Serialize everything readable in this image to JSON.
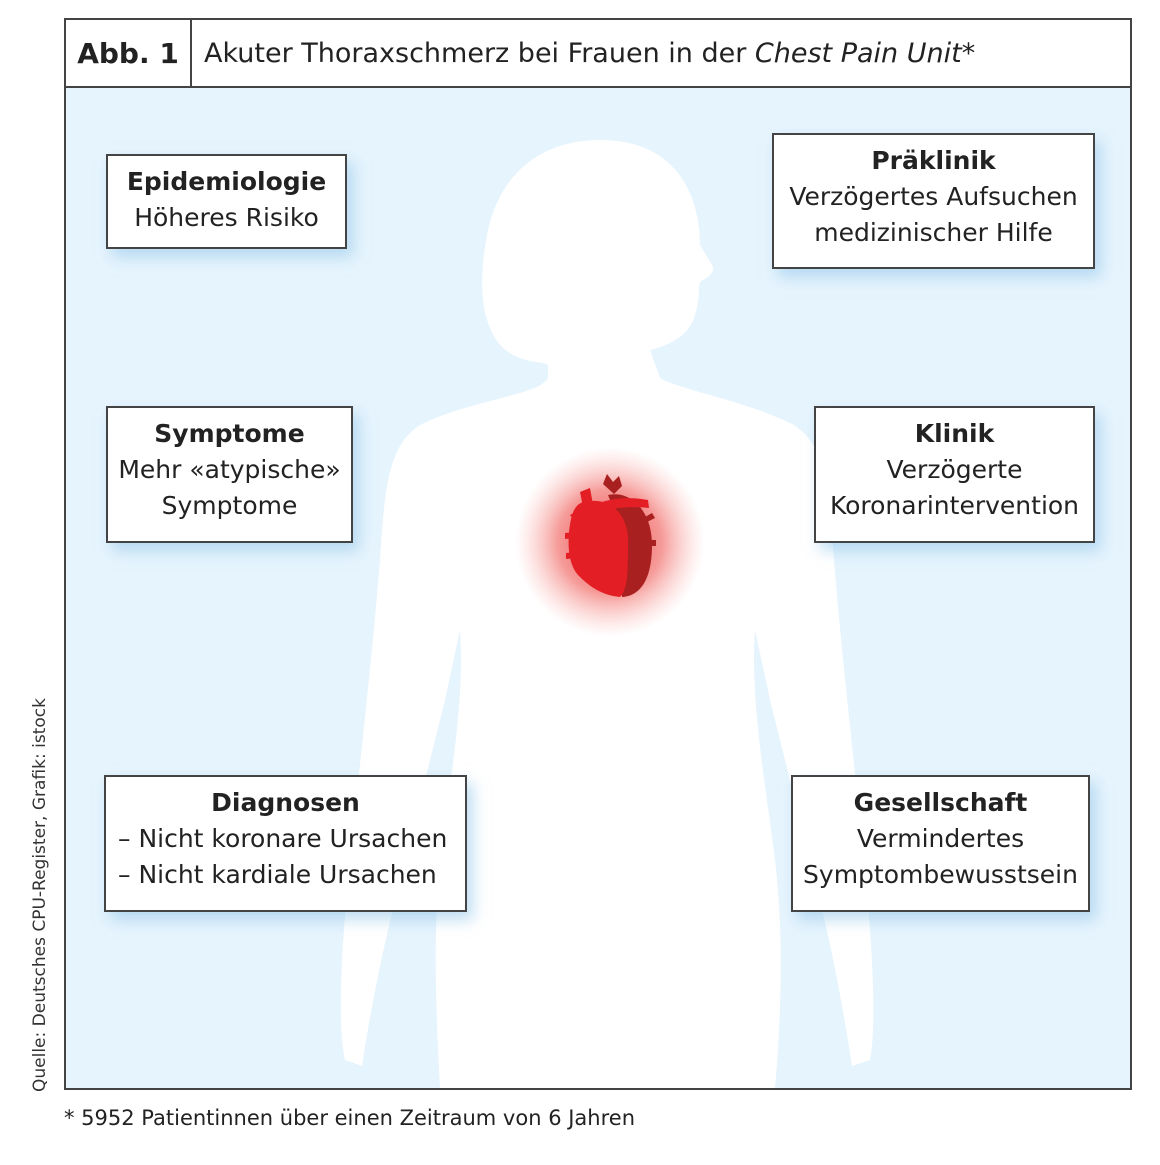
{
  "header": {
    "label": "Abb. 1",
    "title": "Akuter Thoraxschmerz bei Frauen in der ",
    "title_italic": "Chest Pain Unit",
    "title_suffix": "*"
  },
  "boxes": {
    "epidemiologie": {
      "title": "Epidemiologie",
      "lines": [
        "Höheres Risiko"
      ]
    },
    "praeklinik": {
      "title": "Präklinik",
      "lines": [
        "Verzögertes Aufsuchen",
        "medizinischer Hilfe"
      ]
    },
    "symptome": {
      "title": "Symptome",
      "lines": [
        "Mehr «atypische»",
        "Symptome"
      ]
    },
    "klinik": {
      "title": "Klinik",
      "lines": [
        "Verzögerte",
        "Koronarintervention"
      ]
    },
    "diagnosen": {
      "title": "Diagnosen",
      "lines": [
        "– Nicht koronare Ursachen",
        "– Nicht kardiale Ursachen"
      ]
    },
    "gesellschaft": {
      "title": "Gesellschaft",
      "lines": [
        "Vermindertes",
        "Symptombewusstsein"
      ]
    }
  },
  "source": "Quelle: Deutsches CPU-Register, Grafik: istock",
  "footnote": "* 5952 Patientinnen über einen Zeitraum von 6 Jahren",
  "colors": {
    "background": "#e6f4fd",
    "heart": "#e31e24",
    "heart_dark": "#a8201f"
  }
}
